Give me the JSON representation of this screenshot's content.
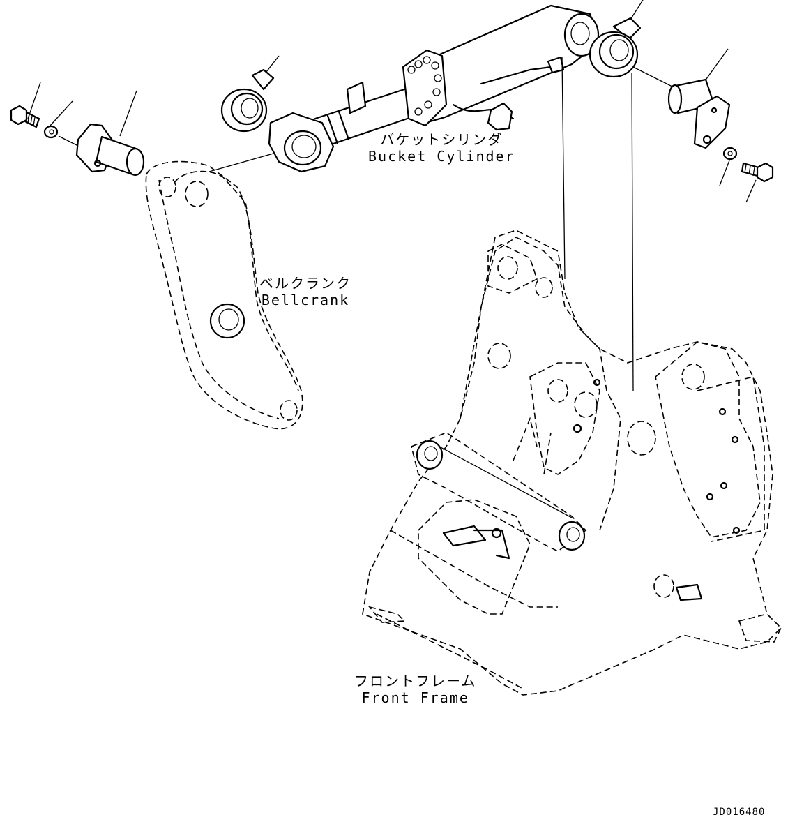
{
  "labels": {
    "bucket_cylinder": {
      "ja": "バケットシリンダ",
      "en": "Bucket Cylinder"
    },
    "bellcrank": {
      "ja": "ベルクランク",
      "en": "Bellcrank"
    },
    "front_frame": {
      "ja": "フロントフレーム",
      "en": "Front Frame"
    }
  },
  "drawing_code": "JD016480"
}
